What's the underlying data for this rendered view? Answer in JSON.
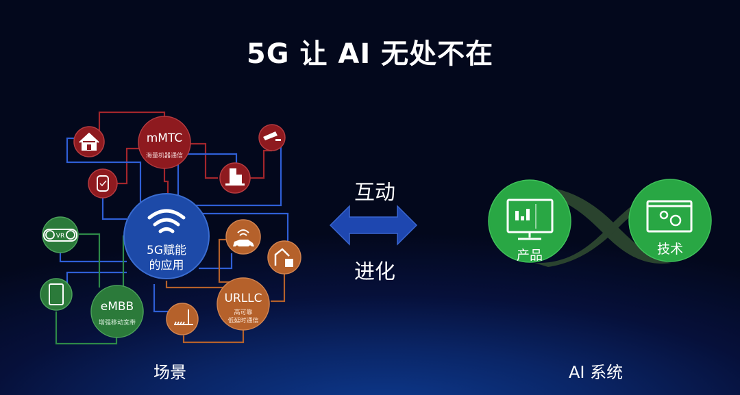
{
  "title": "5G 让 AI 无处不在",
  "scene": {
    "label": "场景",
    "center": {
      "line1": "5G赋能",
      "line2": "的应用",
      "icon": "wifi-icon",
      "color": "#1d4aa8"
    },
    "mmtc": {
      "title": "mMTC",
      "subtitle": "海量机器通信",
      "color": "#8e1a1f"
    },
    "embb": {
      "title": "eMBB",
      "subtitle": "增强移动宽带",
      "color": "#2b7a3a"
    },
    "urllc": {
      "title": "URLLC",
      "subtitle1": "高可靠",
      "subtitle2": "低延时通信",
      "color": "#b5612b"
    },
    "nodes": [
      {
        "name": "home-icon",
        "group": "mmtc"
      },
      {
        "name": "smartwatch-icon",
        "group": "mmtc"
      },
      {
        "name": "smart-building-icon",
        "group": "mmtc"
      },
      {
        "name": "security-camera-icon",
        "group": "mmtc"
      },
      {
        "name": "vr-headset-icon",
        "group": "embb",
        "text": "VR"
      },
      {
        "name": "mobile-phone-icon",
        "group": "embb"
      },
      {
        "name": "connected-car-icon",
        "group": "urllc"
      },
      {
        "name": "industrial-robot-icon",
        "group": "urllc"
      },
      {
        "name": "smart-farm-icon",
        "group": "urllc"
      }
    ],
    "line_colors": {
      "blue": "#2f5fd6",
      "red": "#a3262c",
      "green": "#2e8a48",
      "orange": "#b5612b"
    }
  },
  "middle": {
    "top_label": "互动",
    "bottom_label": "进化",
    "arrow": "double-arrow-icon",
    "arrow_color": "#1e47b0"
  },
  "ai_system": {
    "label": "AI 系统",
    "left": {
      "label": "产品",
      "icon": "monitor-chart-icon"
    },
    "right": {
      "label": "技术",
      "icon": "window-gears-icon"
    },
    "circle_color": "#29a744",
    "loop_color": "#2f4a30"
  }
}
